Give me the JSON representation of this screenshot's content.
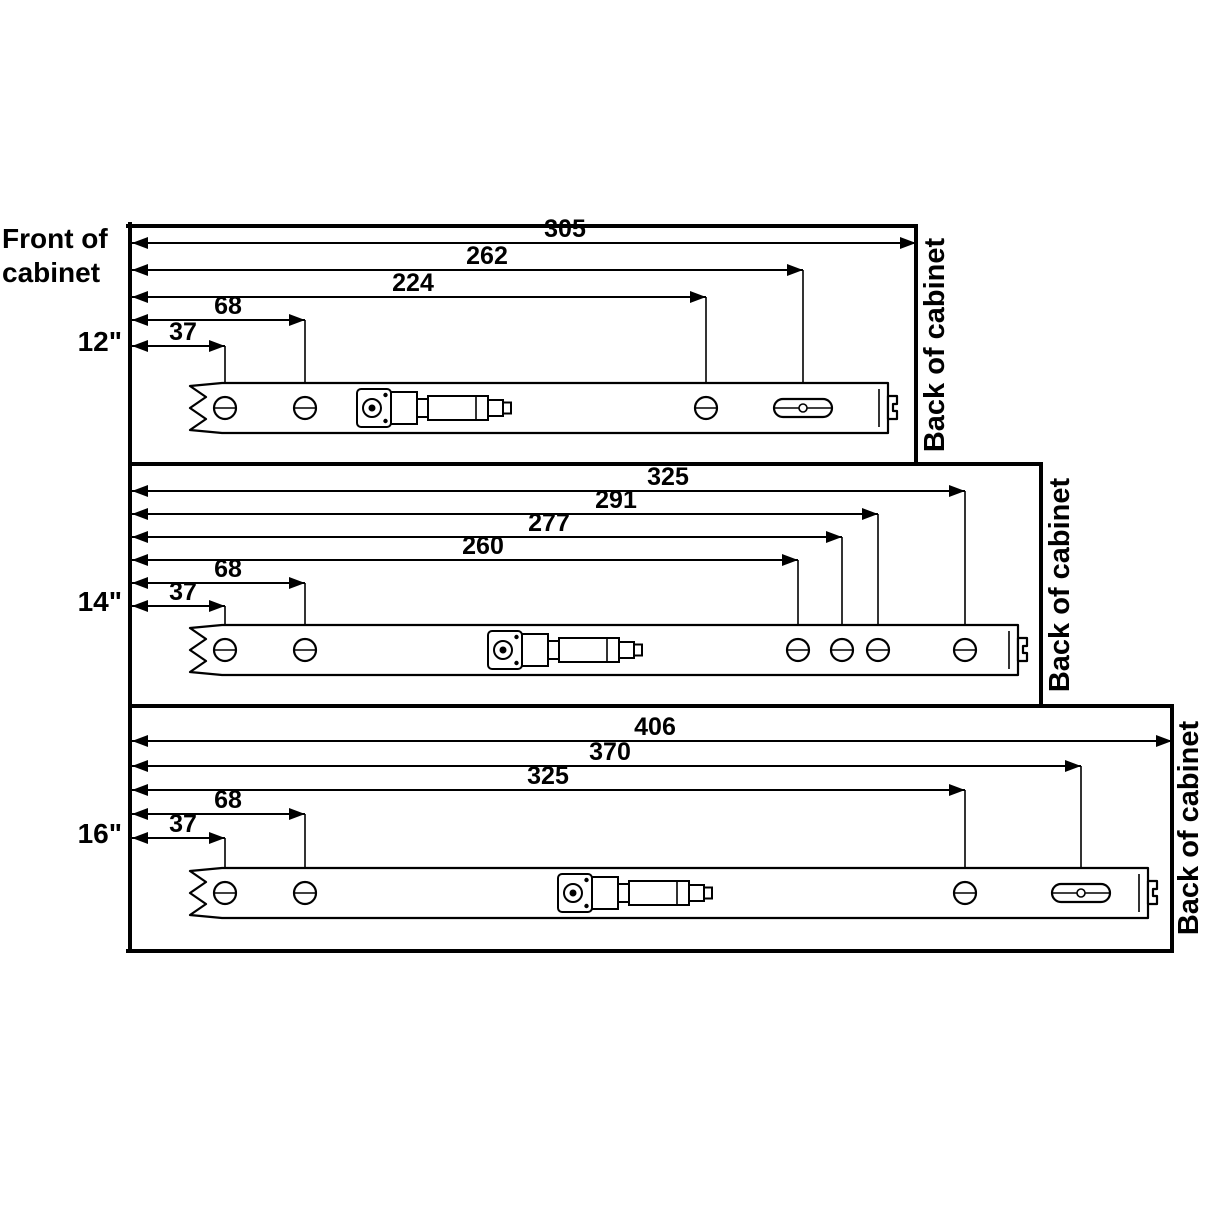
{
  "colors": {
    "ink": "#000000",
    "paper": "#ffffff"
  },
  "front_label": {
    "line1": "Front of",
    "line2": "cabinet"
  },
  "sections": [
    {
      "size_label": "12\"",
      "back_label": "Back of cabinet",
      "dims": [
        "305",
        "262",
        "224",
        "68",
        "37"
      ]
    },
    {
      "size_label": "14\"",
      "back_label": "Back of cabinet",
      "dims": [
        "325",
        "291",
        "277",
        "260",
        "68",
        "37"
      ]
    },
    {
      "size_label": "16\"",
      "back_label": "Back of cabinet",
      "dims": [
        "406",
        "370",
        "325",
        "68",
        "37"
      ]
    }
  ]
}
